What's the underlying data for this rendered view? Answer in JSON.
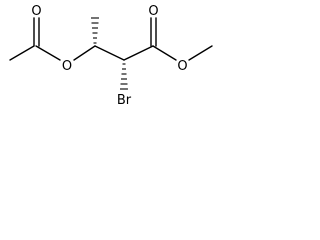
{
  "atoms": {
    "o_carbonyl_acetyl": "O",
    "o_ester_acetyl": "O",
    "o_carbonyl_ester": "O",
    "o_methoxy": "O",
    "bromine": "Br"
  }
}
